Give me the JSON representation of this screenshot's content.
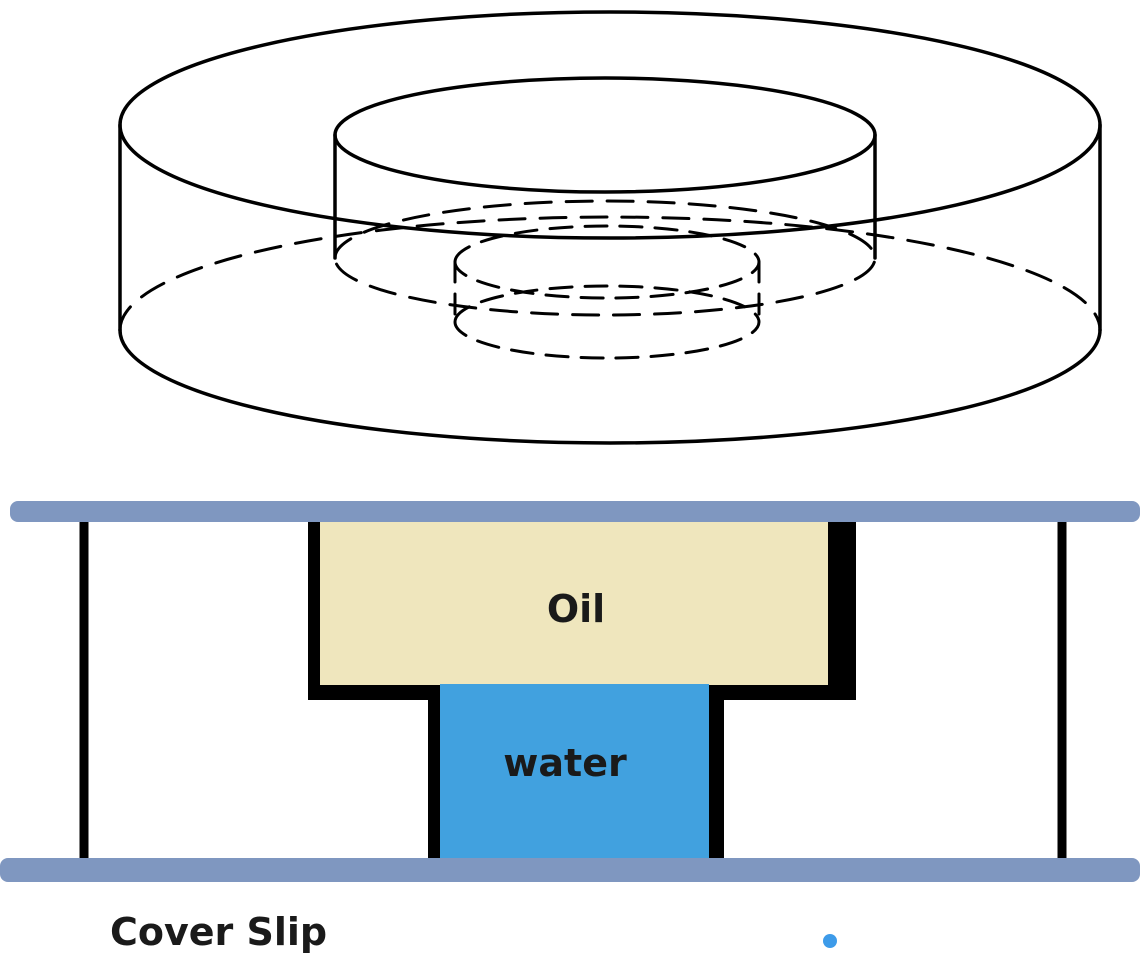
{
  "diagram": {
    "labels": {
      "oil": "Oil",
      "water": "water",
      "cover_slip": "Cover Slip"
    },
    "colors": {
      "plate": "#7f97c0",
      "oil_fill": "#efe6bd",
      "water_fill": "#41a1df",
      "outline": "#000000",
      "dot": "#3d9be9"
    }
  }
}
